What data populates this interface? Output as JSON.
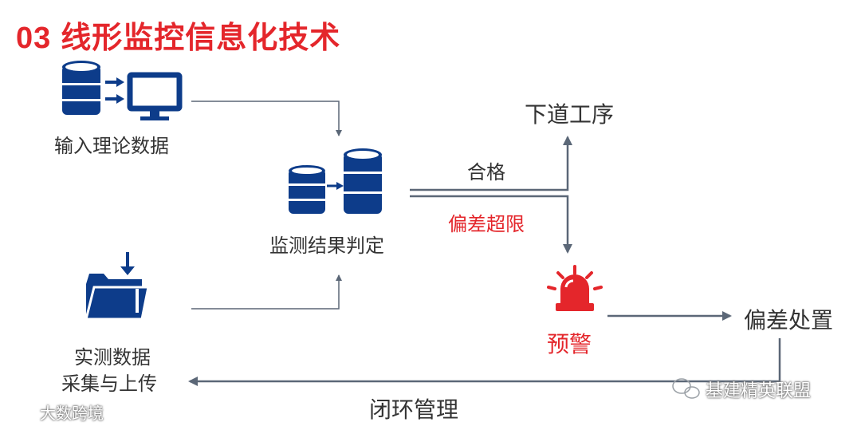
{
  "title": {
    "number": "03",
    "text": "线形监控信息化技术"
  },
  "nodes": {
    "input": "输入理论数据",
    "judge": "监测结果判定",
    "collect_line1": "实测数据",
    "collect_line2": "采集与上传",
    "next": "下道工序",
    "pass": "合格",
    "over": "偏差超限",
    "warn": "预警",
    "handle": "偏差处置",
    "loop": "闭环管理"
  },
  "watermarks": {
    "left": "大数跨境",
    "right": "基建精英联盟"
  },
  "colors": {
    "accent_red": "#e4262b",
    "icon_blue": "#0d3c8a",
    "line_gray": "#5b6777"
  }
}
